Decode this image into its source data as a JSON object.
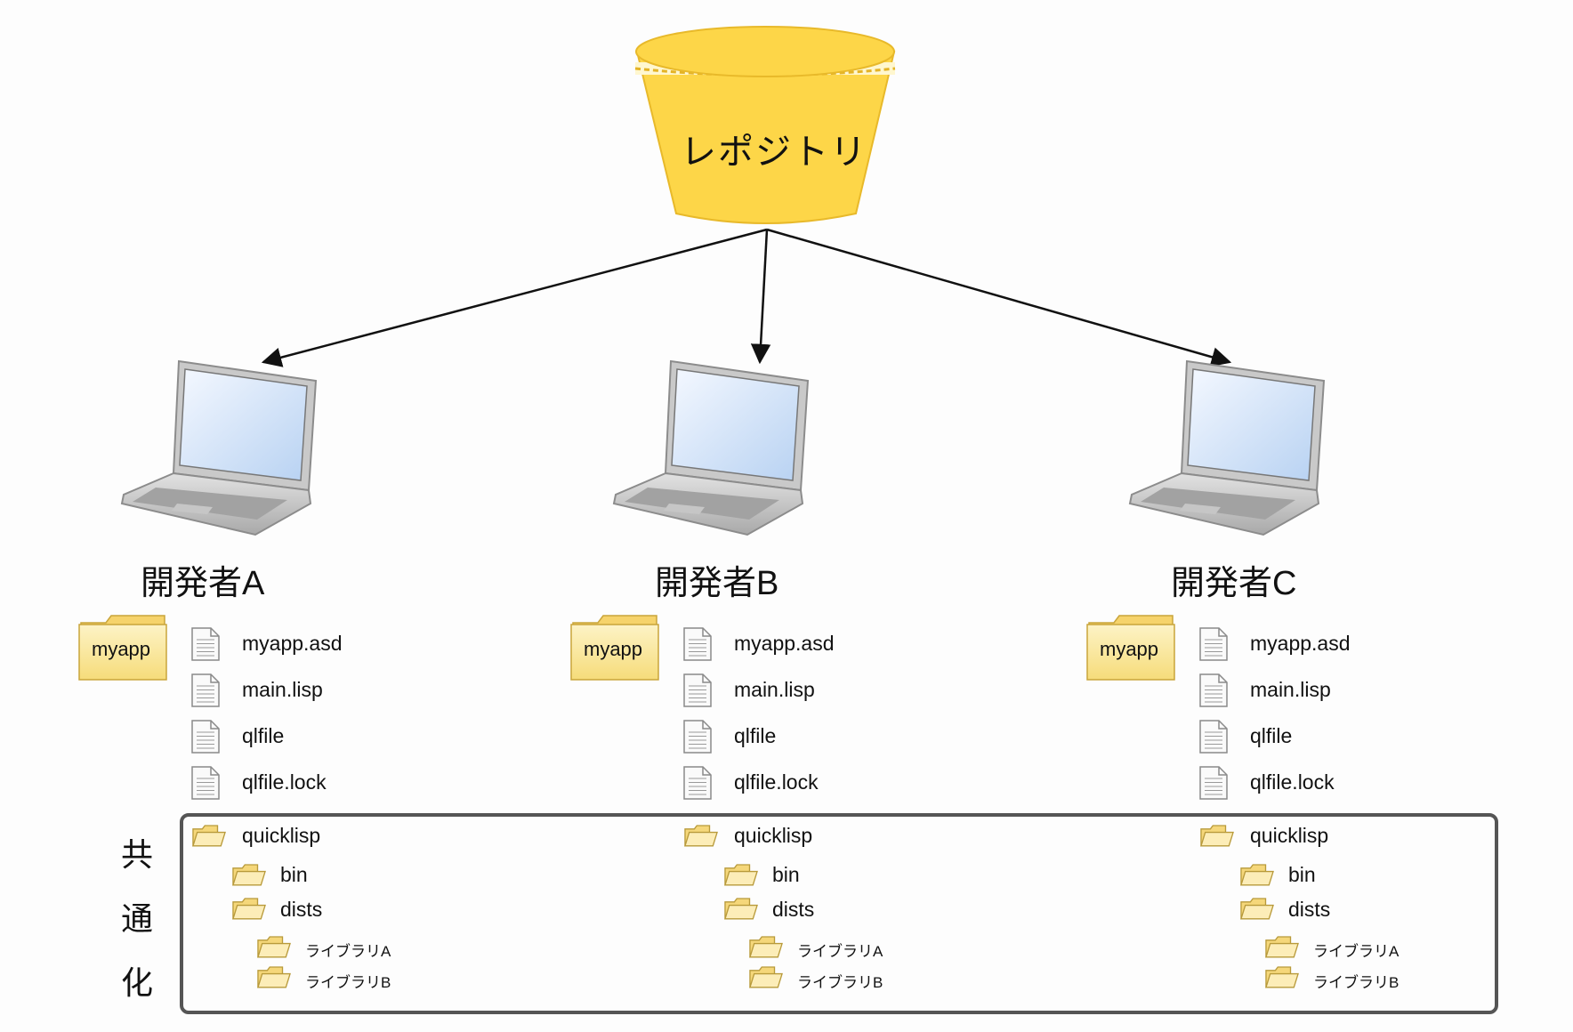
{
  "repository": {
    "label": "レポジトリ"
  },
  "developers": [
    {
      "label": "開発者A",
      "root_folder": "myapp",
      "files": [
        "myapp.asd",
        "main.lisp",
        "qlfile",
        "qlfile.lock"
      ],
      "shared": {
        "root": "quicklisp",
        "children": [
          "bin",
          "dists"
        ],
        "libraries": [
          "ライブラリA",
          "ライブラリB"
        ]
      }
    },
    {
      "label": "開発者B",
      "root_folder": "myapp",
      "files": [
        "myapp.asd",
        "main.lisp",
        "qlfile",
        "qlfile.lock"
      ],
      "shared": {
        "root": "quicklisp",
        "children": [
          "bin",
          "dists"
        ],
        "libraries": [
          "ライブラリA",
          "ライブラリB"
        ]
      }
    },
    {
      "label": "開発者C",
      "root_folder": "myapp",
      "files": [
        "myapp.asd",
        "main.lisp",
        "qlfile",
        "qlfile.lock"
      ],
      "shared": {
        "root": "quicklisp",
        "children": [
          "bin",
          "dists"
        ],
        "libraries": [
          "ライブラリA",
          "ライブラリB"
        ]
      }
    }
  ],
  "shared_label": [
    "共",
    "通",
    "化"
  ],
  "icons": {
    "repository": "bucket-icon",
    "developer": "laptop-icon",
    "folder": "folder-icon",
    "file": "document-icon"
  },
  "colors": {
    "repository_fill": "#fdd648",
    "folder_fill": "#fbe9a6",
    "shared_box_border": "#555555",
    "arrow": "#111111"
  }
}
